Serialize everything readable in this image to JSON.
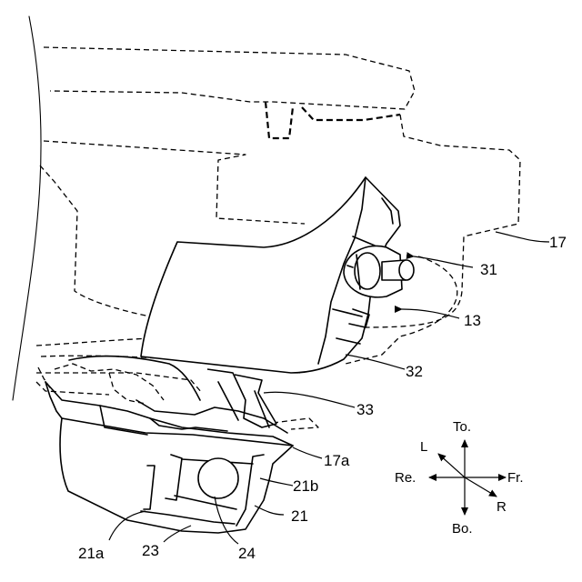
{
  "figure": {
    "labels": {
      "l17": "17",
      "l31": "31",
      "l13": "13",
      "l32": "32",
      "l33": "33",
      "l17a": "17a",
      "l21b": "21b",
      "l21": "21",
      "l21a": "21a",
      "l23": "23",
      "l24": "24"
    },
    "directions": {
      "top": "To.",
      "bottom": "Bo.",
      "front": "Fr.",
      "rear": "Re.",
      "left": "L",
      "right": "R"
    }
  }
}
